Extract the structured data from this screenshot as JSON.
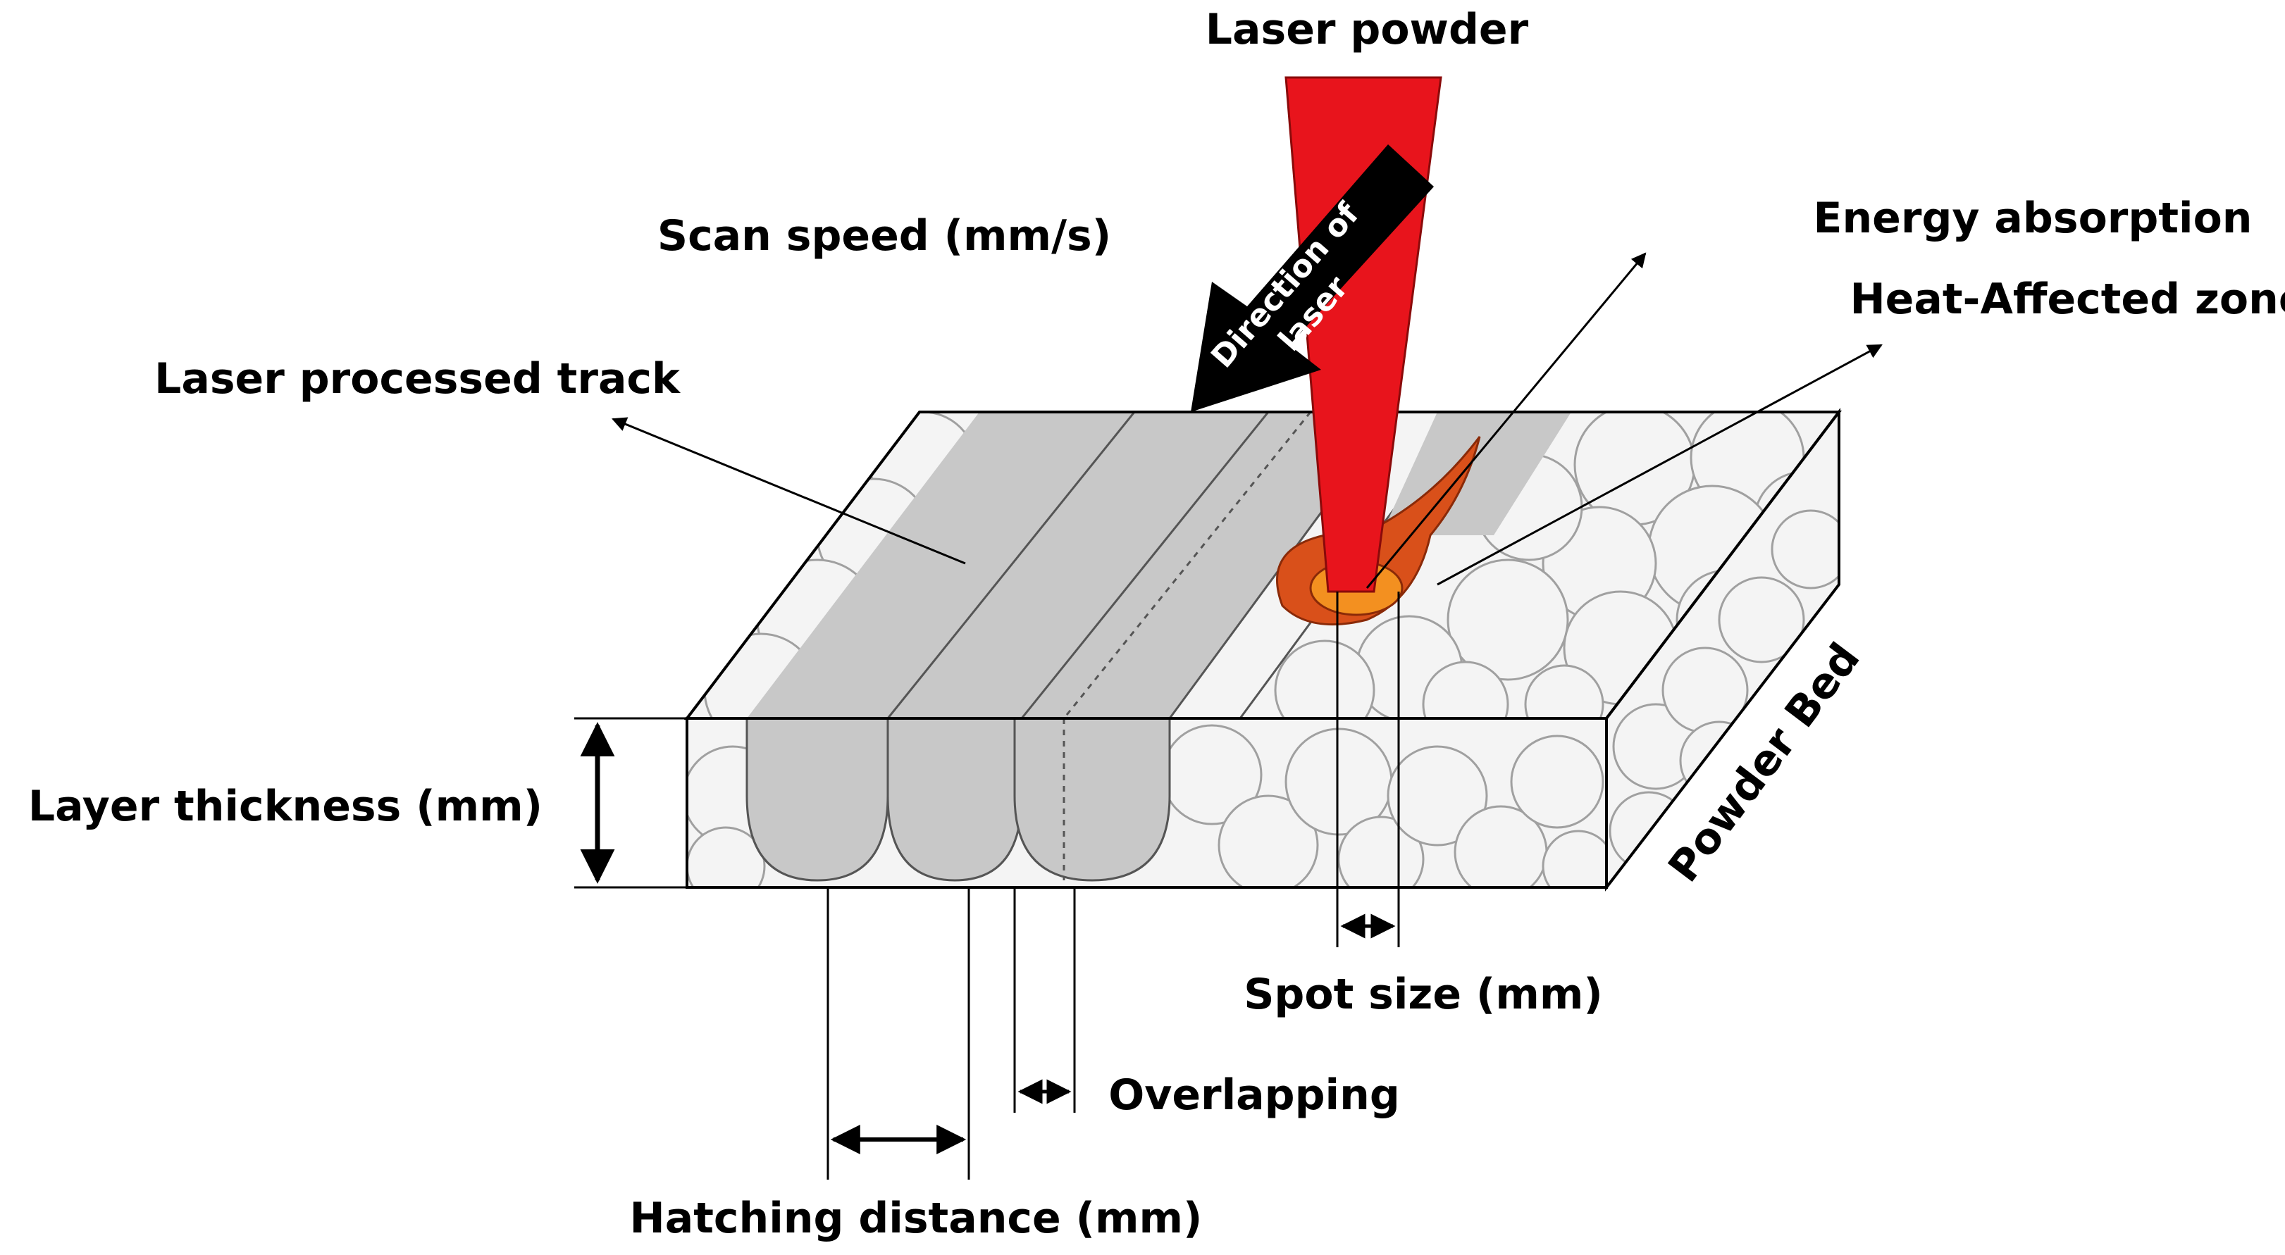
{
  "labels": {
    "laser_powder": "Laser powder",
    "scan_speed": "Scan speed (mm/s)",
    "direction_line1": "Direction of",
    "direction_line2": "laser",
    "energy_absorption": "Energy absorption",
    "heat_affected_zone": "Heat-Affected zone",
    "laser_processed_track": "Laser processed track",
    "layer_thickness": "Layer thickness (mm)",
    "powder_bed": "Powder Bed",
    "spot_size": "Spot size (mm)",
    "overlapping": "Overlapping",
    "hatching_distance": "Hatching distance (mm)"
  },
  "colors": {
    "laser_beam": "#e8141c",
    "heat_zone": "#d9501a",
    "melt_pool": "#f39020",
    "track": "#c8c8c8",
    "powder": "#f4f4f4",
    "powder_outline": "#a0a0a0",
    "direction_arrow": "#000000"
  }
}
